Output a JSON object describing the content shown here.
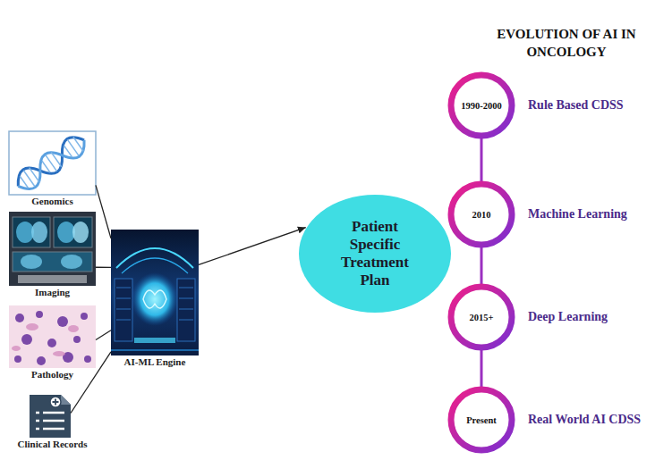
{
  "diagram": {
    "title": "EVOLUTION OF AI IN ONCOLOGY",
    "nodes": [
      {
        "text": [
          "Genomics"
        ]
      },
      {
        "text": [
          "Imaging"
        ]
      },
      {
        "text": [
          "Pathology"
        ]
      },
      {
        "text": [
          "Clinical Records"
        ]
      },
      {
        "text": [
          "AI-ML Engine"
        ]
      },
      {
        "text": [
          "Patient Specific Treatment Plan"
        ]
      },
      {
        "text": [
          "1990-2000",
          "Rule Based CDSS"
        ]
      },
      {
        "text": [
          "2010",
          "Machine Learning"
        ]
      },
      {
        "text": [
          "2015+",
          "Deep Learning"
        ]
      },
      {
        "text": [
          "Present",
          "Real World AI CDSS"
        ]
      }
    ],
    "edges": [
      {
        "from": 0,
        "to": 4,
        "arrow": "none"
      },
      {
        "from": 1,
        "to": 4,
        "arrow": "none"
      },
      {
        "from": 2,
        "to": 4,
        "arrow": "none"
      },
      {
        "from": 3,
        "to": 4,
        "arrow": "none"
      },
      {
        "from": 4,
        "to": 5,
        "arrow": "to"
      },
      {
        "from": 6,
        "to": 7,
        "arrow": "none"
      },
      {
        "from": 7,
        "to": 8,
        "arrow": "none"
      },
      {
        "from": 8,
        "to": 9,
        "arrow": "none"
      }
    ]
  }
}
